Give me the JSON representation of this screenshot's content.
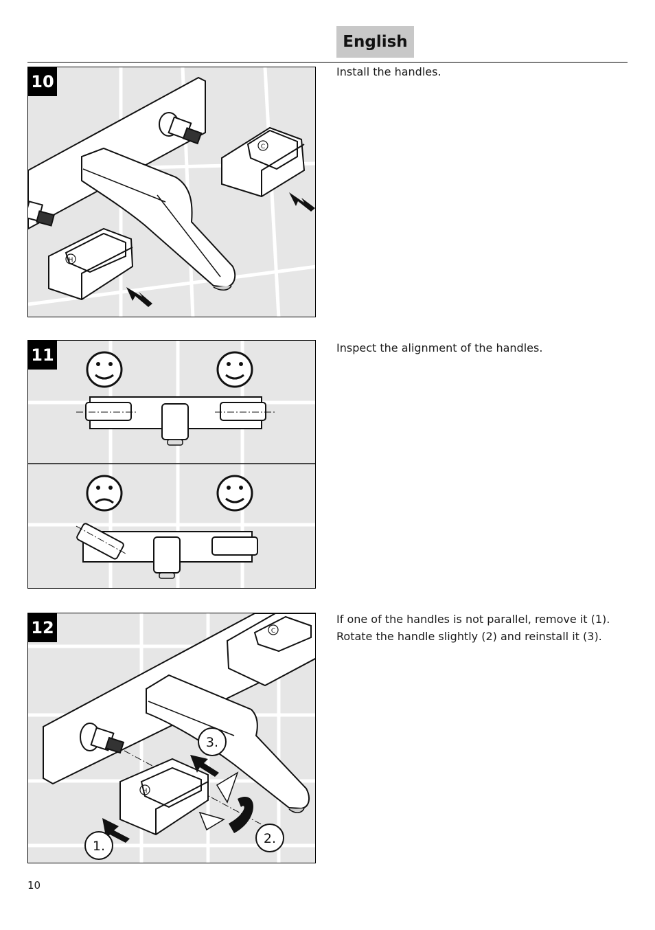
{
  "header": {
    "language": "English"
  },
  "steps": [
    {
      "number": "10",
      "text": [
        "Install the handles."
      ]
    },
    {
      "number": "11",
      "text": [
        "Inspect the alignment of the handles."
      ]
    },
    {
      "number": "12",
      "text": [
        "If one of the handles is not parallel, remove it (1).",
        "Rotate the handle slightly (2) and reinstall it (3)."
      ]
    }
  ],
  "figure10": {
    "handle_c_mark": "C",
    "handle_h_mark": "H"
  },
  "figure12": {
    "handle_c_mark": "C",
    "handle_h_mark": "H",
    "callouts": [
      "1.",
      "2.",
      "3."
    ]
  },
  "footer": {
    "page_number": "10"
  },
  "colors": {
    "tile_background": "#e6e6e6",
    "grout": "#ffffff",
    "label_fill": "#000000",
    "tab_fill": "#c8c8c8"
  }
}
